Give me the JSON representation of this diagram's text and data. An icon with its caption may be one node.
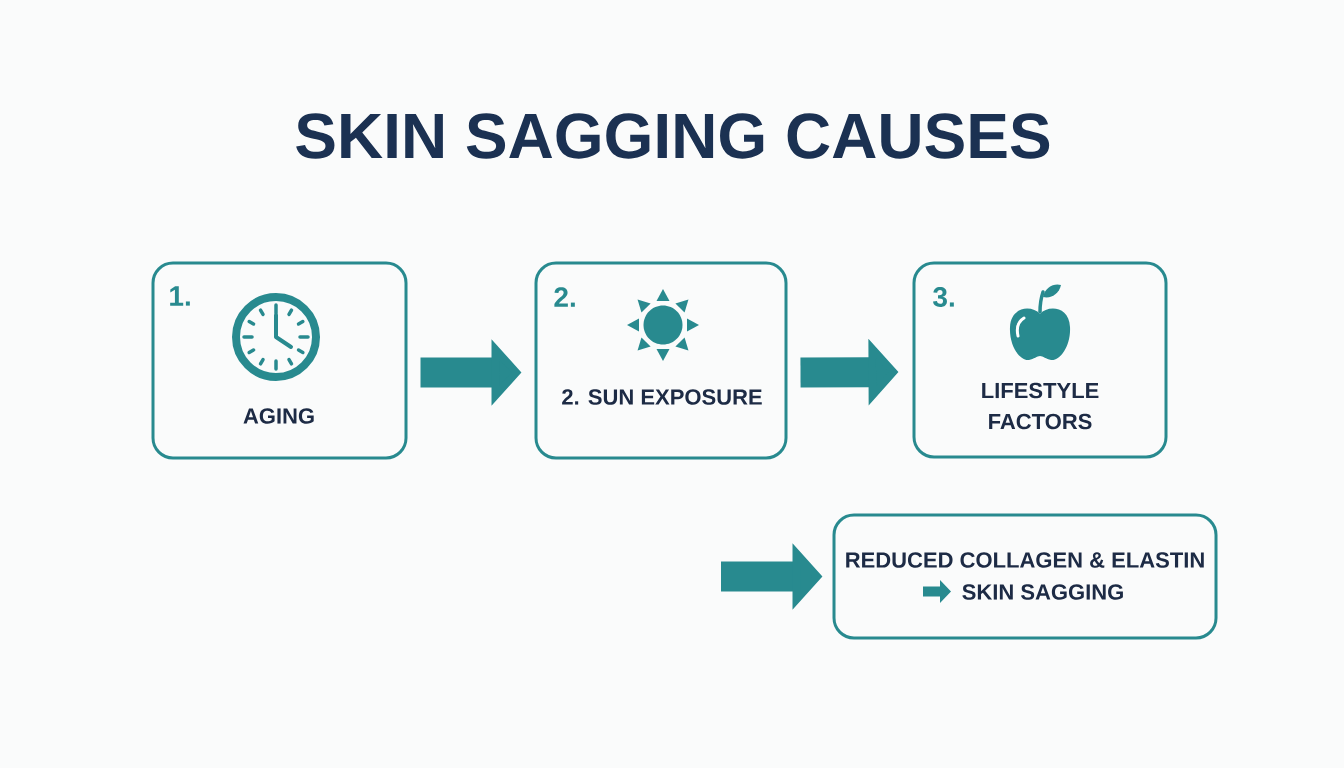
{
  "diagram": {
    "title": "SKIN SAGGING CAUSES",
    "nodes": [
      {
        "text": [
          "1.",
          "AGING"
        ]
      },
      {
        "text": [
          "2.",
          "2. SUN EXPOSURE"
        ]
      },
      {
        "text": [
          "3.",
          "LIFESTYLE FACTORS"
        ]
      },
      {
        "text": [
          "REDUCED COLLAGEN & ELASTIN",
          "SKIN SAGGING"
        ]
      }
    ],
    "edges": [
      {
        "from": 0,
        "to": 1,
        "arrow": "to"
      },
      {
        "from": 1,
        "to": 2,
        "arrow": "to"
      },
      {
        "from": null,
        "to": 3,
        "arrow": "to"
      }
    ]
  }
}
